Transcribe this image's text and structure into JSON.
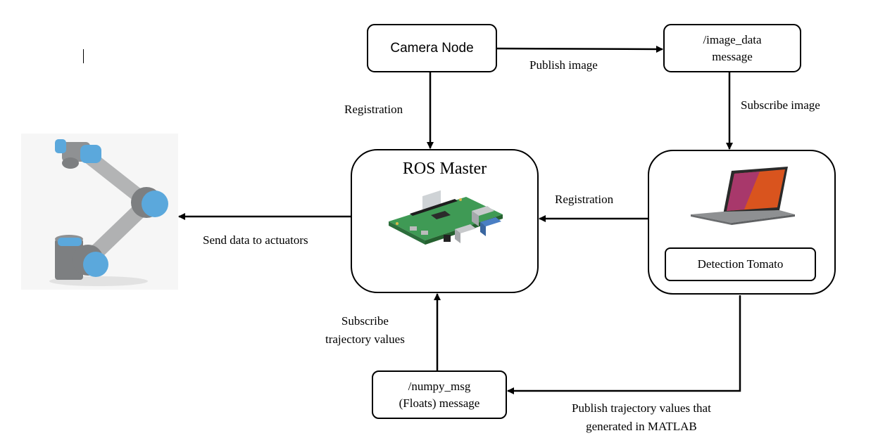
{
  "nodes": {
    "camera": {
      "title": "Camera Node"
    },
    "image_topic": {
      "line1": "/image_data",
      "line2": "message"
    },
    "ros_master": {
      "title": "ROS Master"
    },
    "detection": {
      "label": "Detection Tomato"
    },
    "numpy_topic": {
      "line1": "/numpy_msg",
      "line2": "(Floats) message"
    }
  },
  "edges": {
    "publish_image": "Publish image",
    "registration_camera": "Registration",
    "subscribe_image": "Subscribe image",
    "registration_detection": "Registration",
    "send_actuators": "Send data to actuators",
    "subscribe_traj_line1": "Subscribe",
    "subscribe_traj_line2": "trajectory values",
    "publish_traj_line1": "Publish trajectory values that",
    "publish_traj_line2": "generated in MATLAB"
  },
  "images": {
    "robot_arm": "robot-arm-icon",
    "raspberry_pi": "raspberry-pi-board-icon",
    "laptop": "laptop-icon"
  },
  "colors": {
    "arm_blue": "#5ba8dc",
    "arm_gray": "#a9aaab",
    "board_green": "#3f9a55",
    "laptop_orange": "#d9541e"
  }
}
